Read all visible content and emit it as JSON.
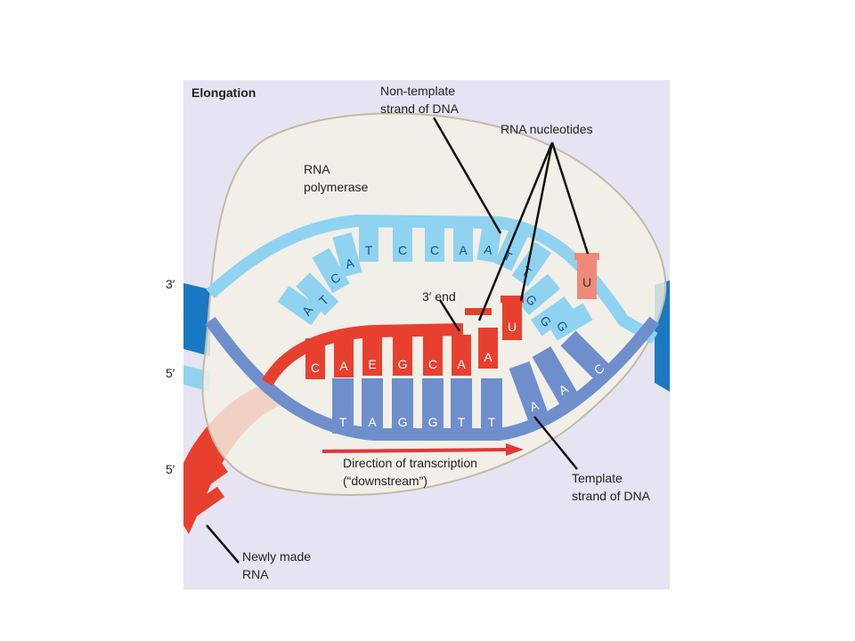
{
  "title": "Elongation",
  "labels": {
    "non_template_line1": "Non-template",
    "non_template_line2": "strand of DNA",
    "rna_nucleotides": "RNA nucleotides",
    "rna_polymerase_line1": "RNA",
    "rna_polymerase_line2": "polymerase",
    "three_prime_end": "3′ end",
    "direction_line1": "Direction of transcription",
    "direction_line2": "(“downstream”)",
    "template_line1": "Template",
    "template_line2": "strand of DNA",
    "newly_made_line1": "Newly made",
    "newly_made_line2": "RNA",
    "three_prime_left": "3′",
    "five_prime_upper": "5′",
    "five_prime_lower": "5′"
  },
  "non_template_bases": [
    "A",
    "T",
    "C",
    "A",
    "T",
    "C",
    "C",
    "A",
    "A",
    "T",
    "T",
    "G",
    "G",
    "G"
  ],
  "rna_bases": [
    "C",
    "A",
    "E",
    "G",
    "C",
    "A",
    "A"
  ],
  "free_nucleotides": [
    "U",
    "U"
  ],
  "template_bases": [
    "T",
    "A",
    "G",
    "G",
    "T",
    "T",
    "A",
    "A",
    "C"
  ],
  "colors": {
    "panel": "#e6e4f2",
    "polymerase": "#f3f1e4",
    "dna_light": "#8fd3f0",
    "dna_dark": "#1b78c3",
    "template": "#6f8fcc",
    "rna": "#e8402f",
    "rna_light": "#f08a78",
    "arrow": "#e0383a"
  }
}
